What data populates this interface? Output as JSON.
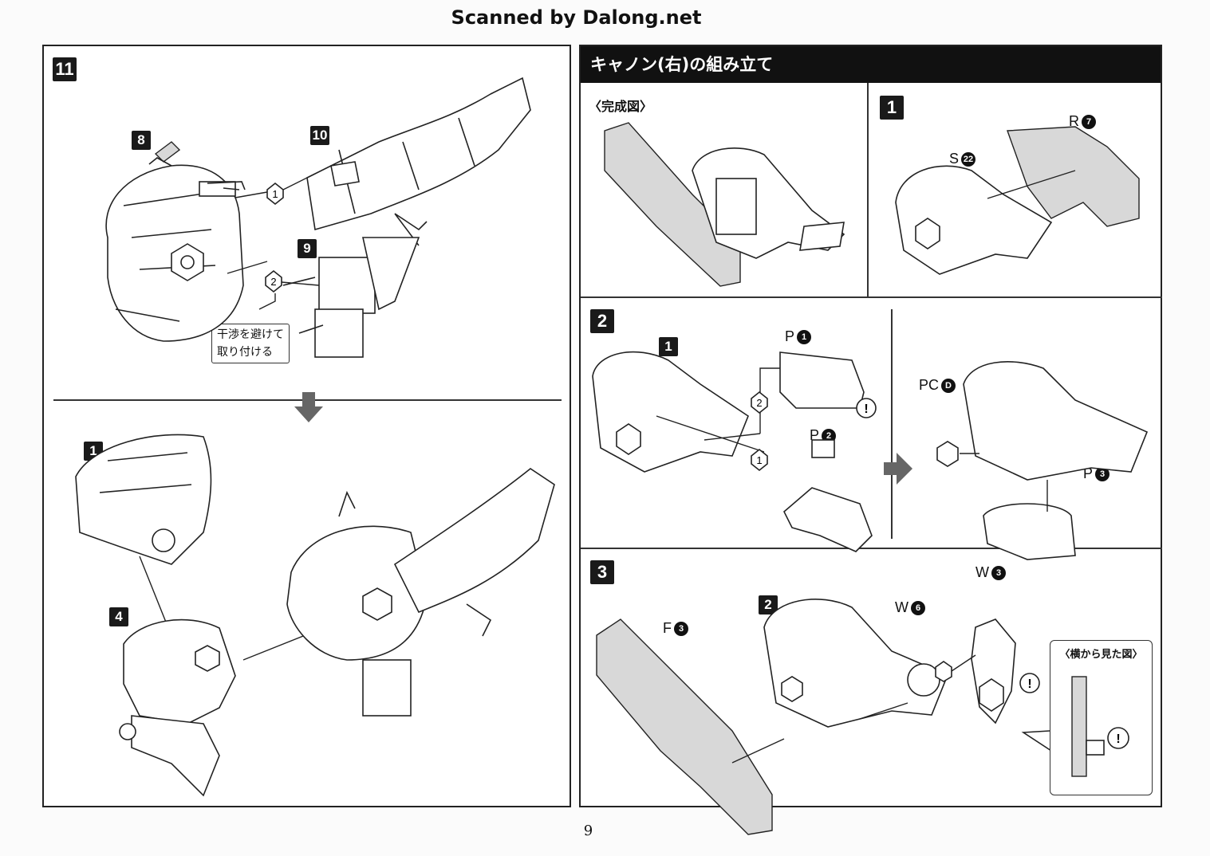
{
  "header": "Scanned by Dalong.net",
  "page_number": "9",
  "left_panel": {
    "step": "11",
    "parts": {
      "p8": "8",
      "p10": "10",
      "p9": "9",
      "p1": "1",
      "p4": "4"
    },
    "order": {
      "o1": "1",
      "o2": "2"
    },
    "note_line1": "干渉を避けて",
    "note_line2": "取り付ける"
  },
  "right_panel": {
    "title": "キャノン(右)の組み立て",
    "complete_label": "〈完成図〉",
    "step1": "1",
    "step2": "2",
    "step3": "3",
    "s1": {
      "r_label": "R",
      "r_num": "7",
      "s_label": "S",
      "s_num": "22"
    },
    "s2": {
      "ref": "1",
      "p1_label": "P",
      "p1_num": "1",
      "p2_label": "P",
      "p2_num": "2",
      "pc_label": "PC",
      "pc_num": "D",
      "p3_label": "P",
      "p3_num": "3",
      "o1": "1",
      "o2": "2",
      "warn": "!"
    },
    "s3": {
      "ref": "2",
      "f_label": "F",
      "f_num": "3",
      "w6_label": "W",
      "w6_num": "6",
      "w3_label": "W",
      "w3_num": "3",
      "warn": "!",
      "side_title": "〈横から見た図〉"
    }
  }
}
